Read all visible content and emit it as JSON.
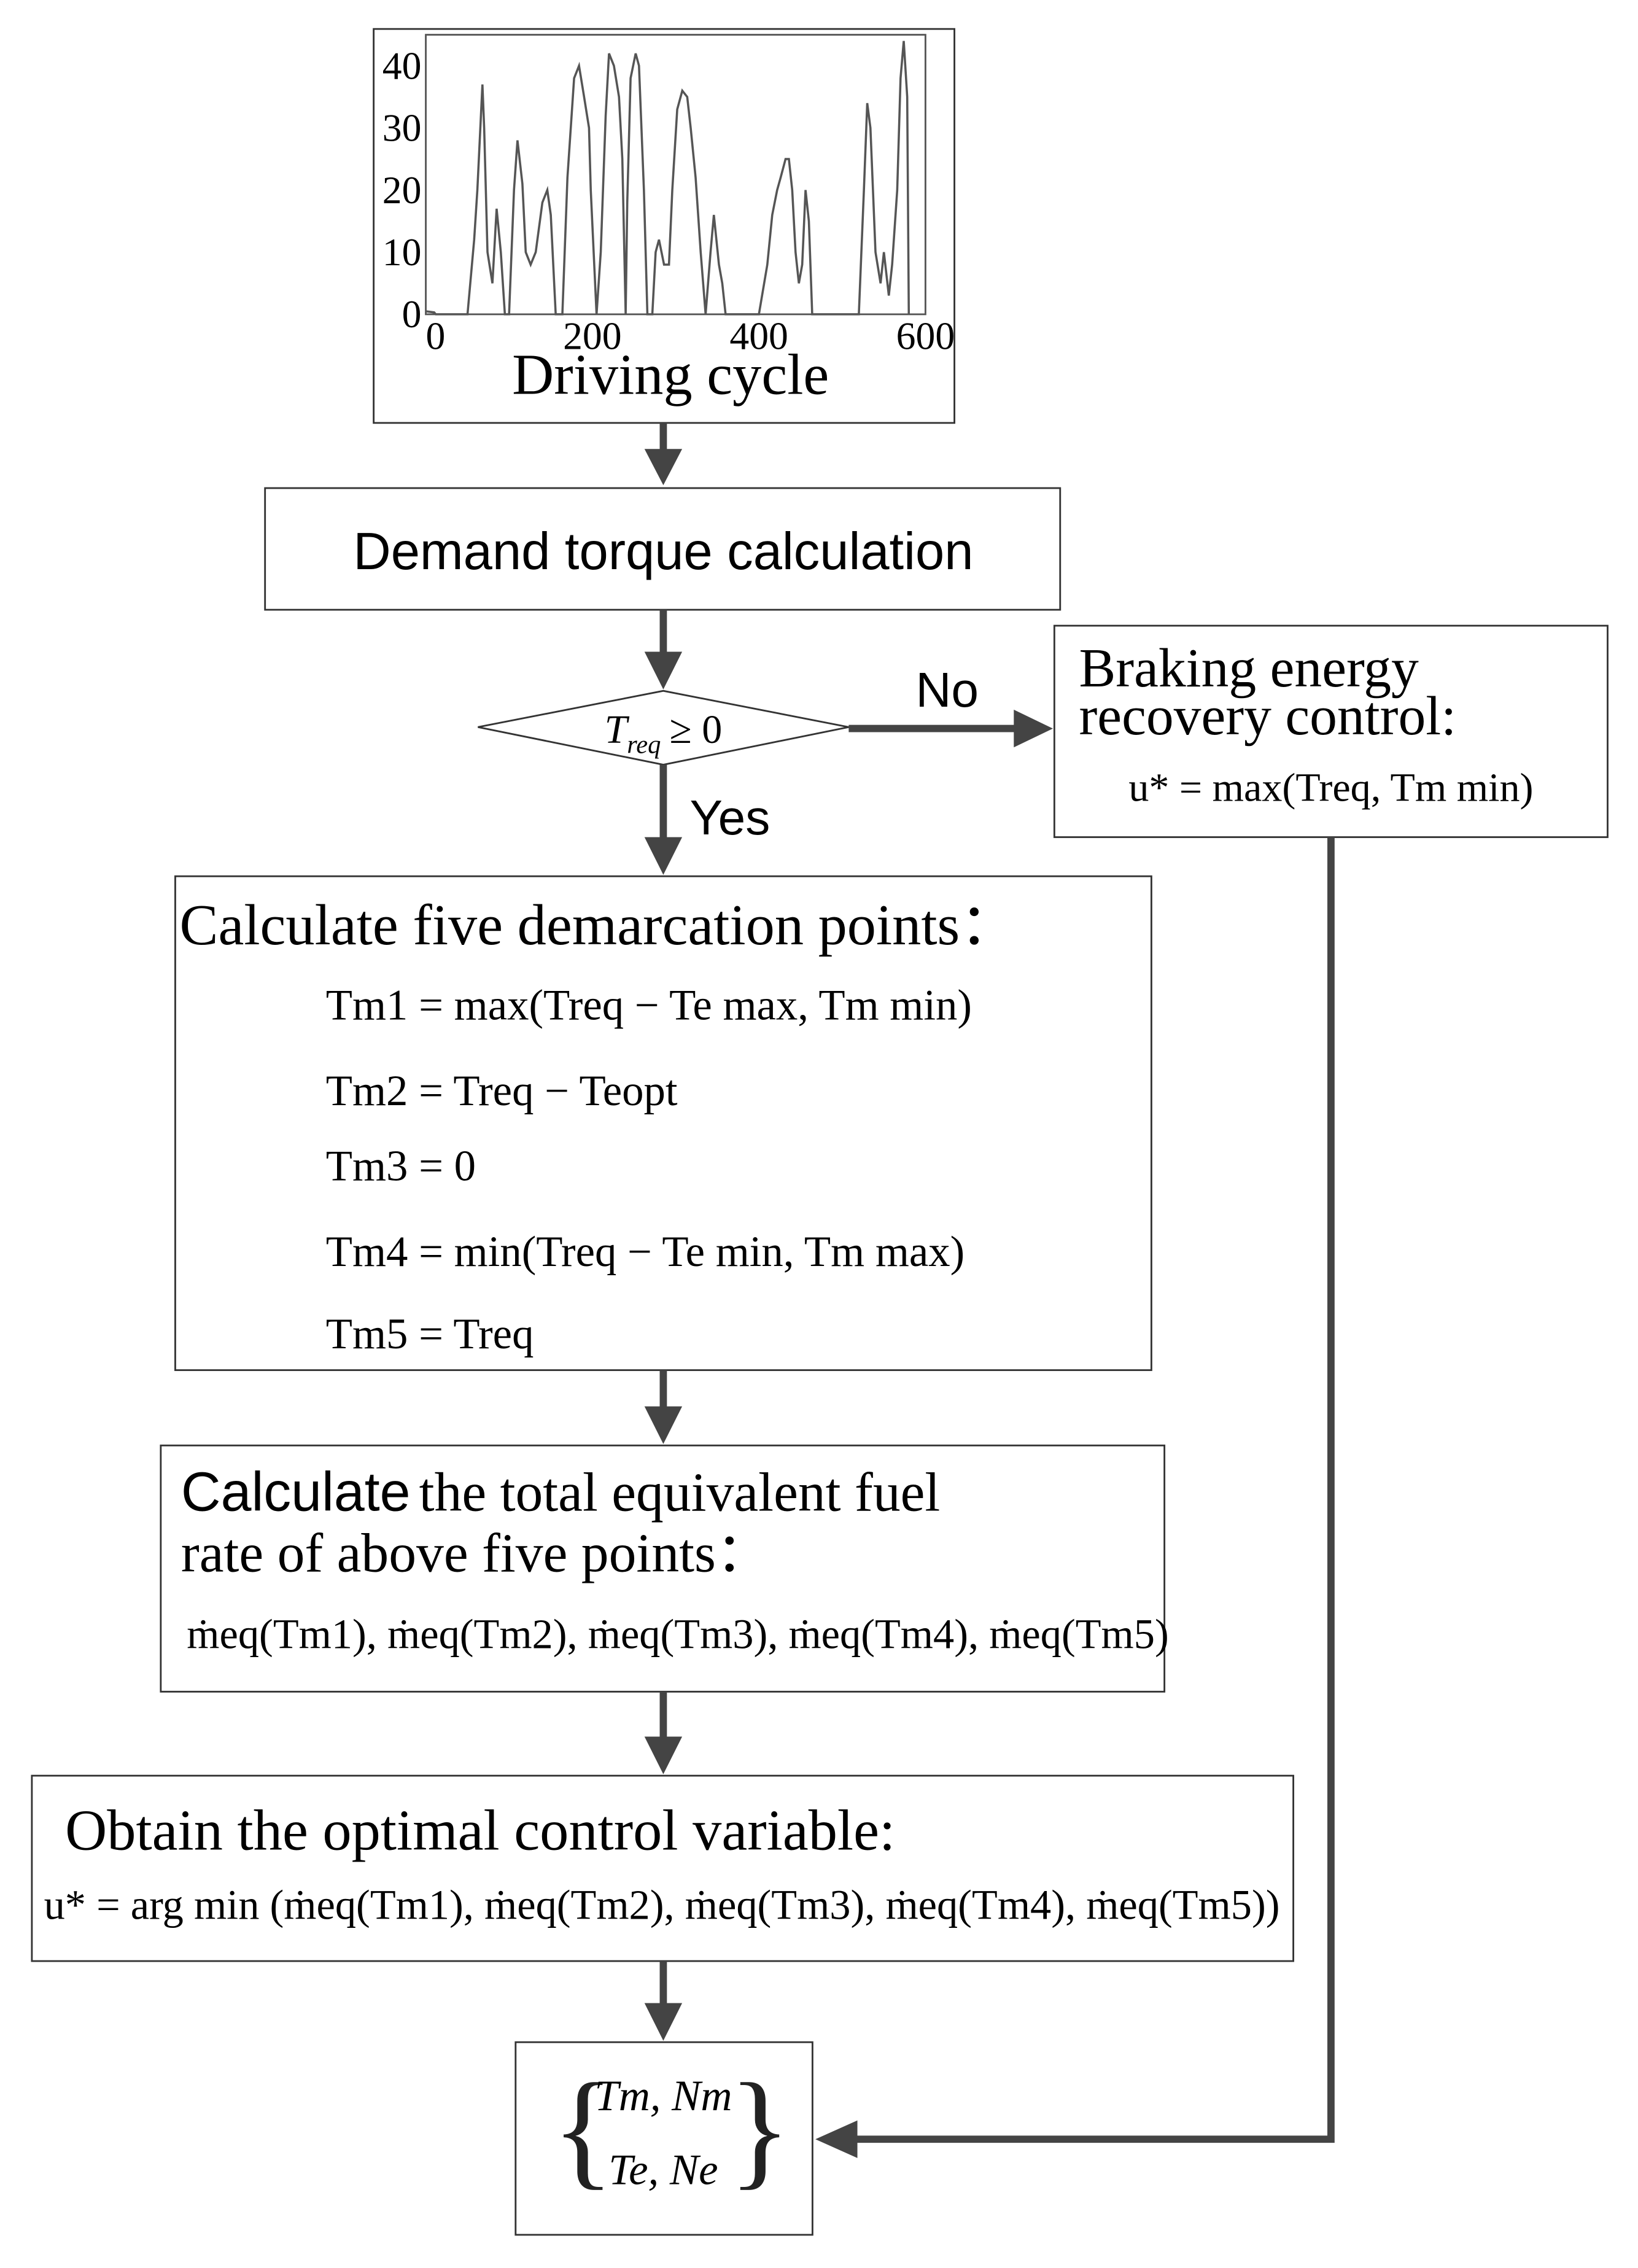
{
  "colors": {
    "line": "#444444",
    "box_border": "#333333",
    "text": "#000000"
  },
  "driving_cycle": {
    "caption": "Driving cycle",
    "chart_data": {
      "type": "line",
      "title": "",
      "xlabel": "",
      "ylabel": "",
      "xlim": [
        0,
        600
      ],
      "ylim": [
        0,
        45
      ],
      "xticks": [
        "0",
        "200",
        "400",
        "600"
      ],
      "yticks": [
        "0",
        "10",
        "20",
        "30",
        "40"
      ],
      "grid": false,
      "series": [
        {
          "x": [
            0,
            10,
            12,
            50,
            58,
            62,
            68,
            70,
            74,
            80,
            85,
            90,
            95,
            100,
            106,
            110,
            116,
            120,
            126,
            132,
            140,
            146,
            150,
            156,
            164,
            170,
            178,
            184,
            190,
            196,
            198,
            205,
            210,
            216,
            220,
            226,
            232,
            236,
            240,
            242,
            246,
            252,
            256,
            262,
            266,
            272,
            276,
            280,
            286,
            292,
            296,
            302,
            308,
            314,
            318,
            324,
            330,
            336,
            342,
            346,
            352,
            356,
            360,
            400,
            410,
            416,
            422,
            426,
            432,
            436,
            440,
            444,
            448,
            452,
            456,
            460,
            464,
            470,
            520,
            526,
            530,
            534,
            540,
            546,
            550,
            556,
            560,
            566,
            570,
            574,
            578,
            580
          ],
          "y": [
            0.5,
            0.3,
            0,
            0,
            12,
            20,
            37,
            30,
            10,
            5,
            17,
            10,
            0,
            0,
            20,
            28,
            21,
            10,
            8,
            10,
            18,
            20,
            16,
            0,
            0,
            22,
            38,
            40,
            35,
            30,
            20,
            0,
            10,
            32,
            42,
            40,
            35,
            25,
            0,
            18,
            38,
            42,
            40,
            20,
            0,
            0,
            10,
            12,
            8,
            8,
            20,
            33,
            36,
            35,
            30,
            22,
            10,
            0,
            10,
            16,
            8,
            5,
            0,
            0,
            8,
            16,
            20,
            22,
            25,
            25,
            20,
            10,
            5,
            8,
            20,
            15,
            0,
            0,
            0,
            20,
            34,
            30,
            10,
            5,
            10,
            3,
            8,
            20,
            38,
            44,
            35,
            0
          ]
        }
      ]
    }
  },
  "demand_box": {
    "label": "Demand torque calculation"
  },
  "decision": {
    "T": "T",
    "sub": "req",
    "rel": "≥ 0",
    "no_label": "No",
    "yes_label": "Yes"
  },
  "braking_box": {
    "line1": "Braking energy",
    "line2": "recovery control:",
    "formula": "u* = max(Treq, Tm min)"
  },
  "demarcation_box": {
    "title": "Calculate five demarcation points",
    "colon": "：",
    "equations": [
      "Tm1 = max(Treq − Te max, Tm min)",
      "Tm2 = Treq − Teopt",
      "Tm3 = 0",
      "Tm4 = min(Treq − Te min, Tm max)",
      "Tm5 = Treq"
    ]
  },
  "fuel_box": {
    "line1_a": "Calculate",
    "line1_b": "the total equivalent fuel",
    "line2": "rate of above five  points",
    "colon": "：",
    "formula": "ṁeq(Tm1), ṁeq(Tm2), ṁeq(Tm3), ṁeq(Tm4), ṁeq(Tm5)"
  },
  "optimal_box": {
    "title": "Obtain the optimal control variable:",
    "formula": "u* = arg  min (ṁeq(Tm1), ṁeq(Tm2), ṁeq(Tm3), ṁeq(Tm4), ṁeq(Tm5))"
  },
  "output_box": {
    "row1": "Tm, Nm",
    "row2": "Te, Ne"
  }
}
